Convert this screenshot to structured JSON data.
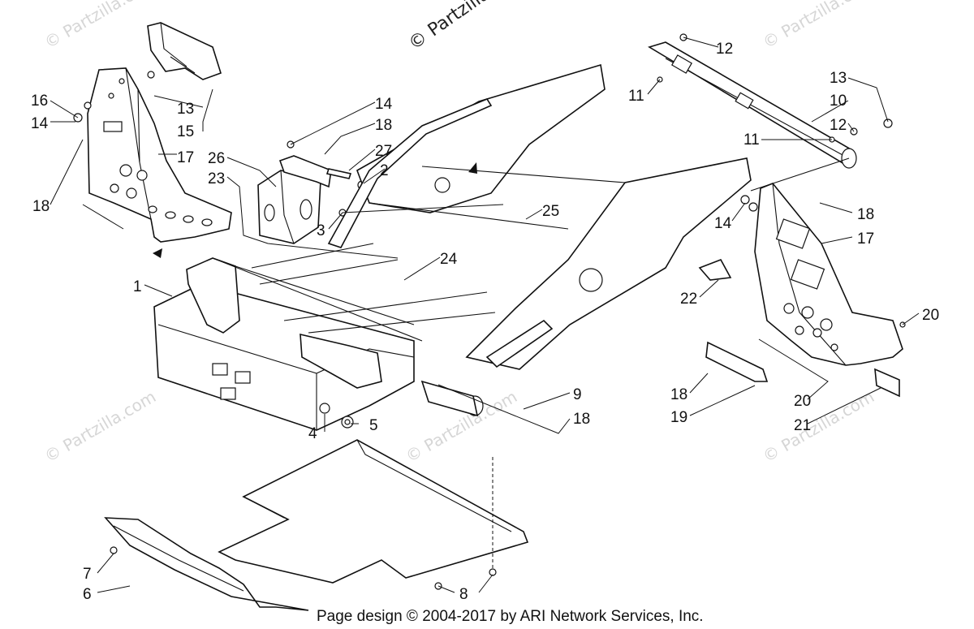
{
  "watermarks": {
    "top_center": "© Partzilla",
    "brand": "© Partzilla.com"
  },
  "footer": "Page design © 2004-2017 by ARI Network Services, Inc.",
  "callouts": [
    {
      "id": "c16",
      "label": "16"
    },
    {
      "id": "c14a",
      "label": "14"
    },
    {
      "id": "c13a",
      "label": "13"
    },
    {
      "id": "c15",
      "label": "15"
    },
    {
      "id": "c17a",
      "label": "17"
    },
    {
      "id": "c18a",
      "label": "18"
    },
    {
      "id": "c14b",
      "label": "14"
    },
    {
      "id": "c18b",
      "label": "18"
    },
    {
      "id": "c27",
      "label": "27"
    },
    {
      "id": "c26",
      "label": "26"
    },
    {
      "id": "c23",
      "label": "23"
    },
    {
      "id": "c2",
      "label": "2"
    },
    {
      "id": "c3",
      "label": "3"
    },
    {
      "id": "c25",
      "label": "25"
    },
    {
      "id": "c24",
      "label": "24"
    },
    {
      "id": "c1",
      "label": "1"
    },
    {
      "id": "c4",
      "label": "4"
    },
    {
      "id": "c5",
      "label": "5"
    },
    {
      "id": "c9",
      "label": "9"
    },
    {
      "id": "c18c",
      "label": "18"
    },
    {
      "id": "c12a",
      "label": "12"
    },
    {
      "id": "c11a",
      "label": "11"
    },
    {
      "id": "c13b",
      "label": "13"
    },
    {
      "id": "c10",
      "label": "10"
    },
    {
      "id": "c12b",
      "label": "12"
    },
    {
      "id": "c11b",
      "label": "11"
    },
    {
      "id": "c14c",
      "label": "14"
    },
    {
      "id": "c18d",
      "label": "18"
    },
    {
      "id": "c17b",
      "label": "17"
    },
    {
      "id": "c22",
      "label": "22"
    },
    {
      "id": "c20a",
      "label": "20"
    },
    {
      "id": "c18e",
      "label": "18"
    },
    {
      "id": "c20b",
      "label": "20"
    },
    {
      "id": "c19",
      "label": "19"
    },
    {
      "id": "c21",
      "label": "21"
    },
    {
      "id": "c7",
      "label": "7"
    },
    {
      "id": "c6",
      "label": "6"
    },
    {
      "id": "c8",
      "label": "8"
    }
  ]
}
